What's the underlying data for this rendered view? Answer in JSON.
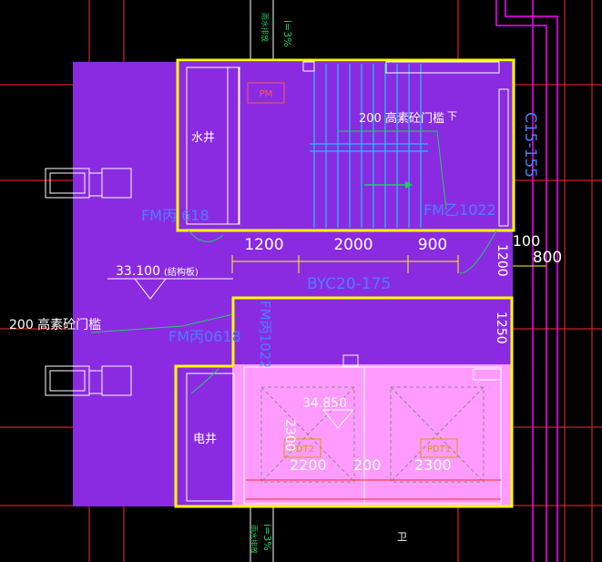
{
  "colors": {
    "background": "#000000",
    "purple_fill": "#8a2be2",
    "pink_fill": "#ff9bff",
    "yellow": "#ffff00",
    "red": "#ff3b3b",
    "magenta": "#ff00ff",
    "cyan": "#00e5ff",
    "blue_text": "#4d7dff",
    "white": "#ffffff",
    "green": "#20d060"
  },
  "labels": {
    "slope_top": "i=3%",
    "slope_top_sub": "雨水排放",
    "slope_bottom": "i=3%",
    "slope_bottom_sub": "雨水排放",
    "pm": "PM",
    "water_well": "水井",
    "threshold_top": "200 高素砼门槛",
    "down": "下",
    "c15": "C15-155",
    "fm_top_left": "FM丙 618",
    "fm_top_right": "FM乙1022",
    "dim_1200": "1200",
    "dim_2000": "2000",
    "dim_900": "900",
    "dim_100": "100",
    "dim_800": "800",
    "dim_1200v": "1200",
    "elev_33": "33.100",
    "elev_33_note": "(结构板)",
    "byc": "BYC20-175",
    "threshold_left": "200 高素砼门槛",
    "fm_mid": "FM丙0618",
    "fm_vert": "FM丙1022",
    "dim_1250": "1250",
    "elev_34": "34.850",
    "elec_well": "电井",
    "pdt2": "PDT2",
    "pdt1": "PDT1",
    "dim_2200": "2200",
    "dim_200": "200",
    "dim_2300": "2300",
    "dim_2300v": "2300",
    "bottom_mark": "卫"
  }
}
